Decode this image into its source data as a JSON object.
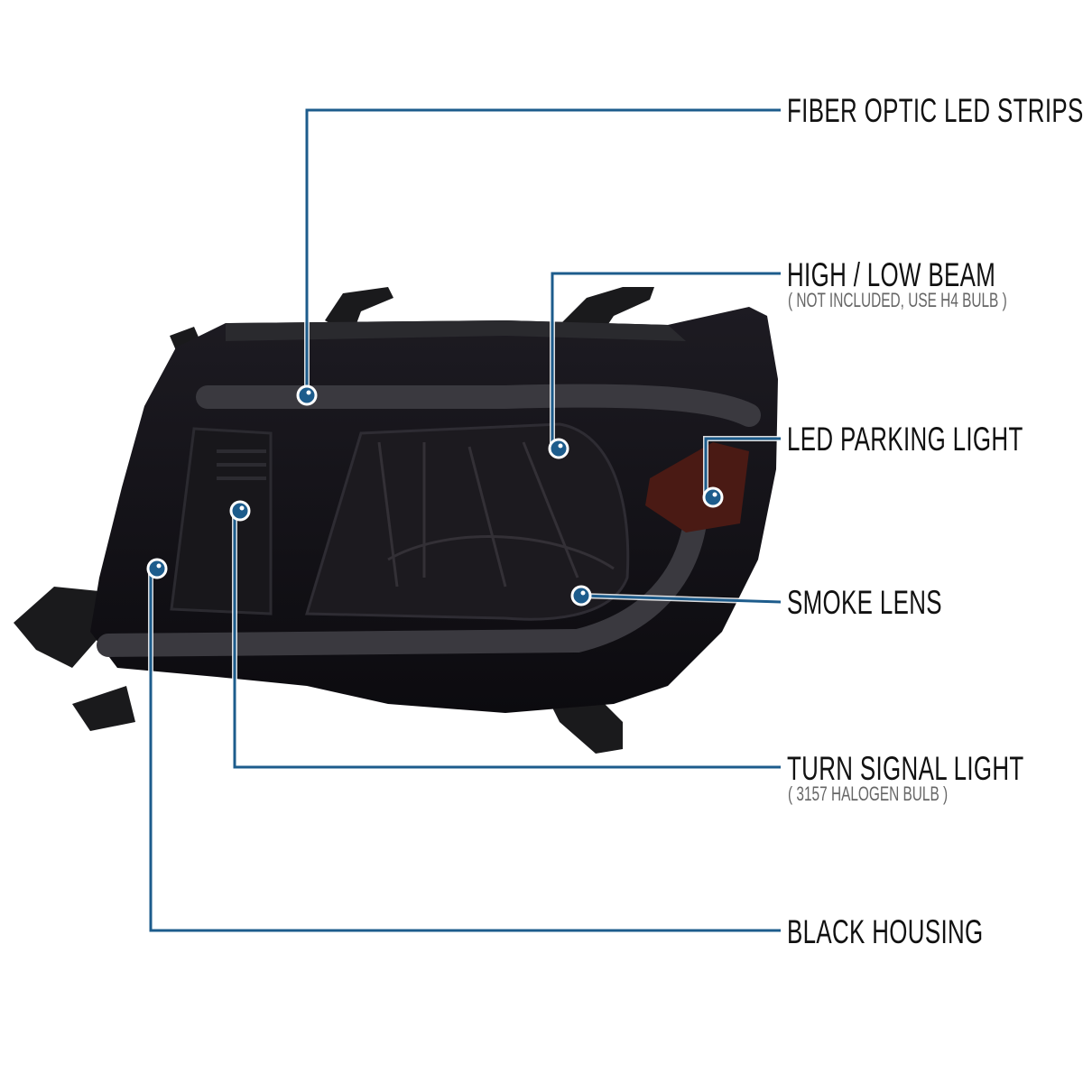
{
  "callouts": [
    {
      "title": "FIBER OPTIC LED STRIPS"
    },
    {
      "title": "HIGH / LOW BEAM",
      "subtitle": "( NOT INCLUDED, USE H4 BULB )"
    },
    {
      "title": "LED PARKING LIGHT"
    },
    {
      "title": "SMOKE LENS"
    },
    {
      "title": "TURN SIGNAL LIGHT",
      "subtitle": "( 3157 HALOGEN BULB )"
    },
    {
      "title": "BLACK HOUSING"
    }
  ],
  "colors": {
    "leader_line": "#1d5c8c",
    "marker": "#1d5c8c",
    "housing": "#141218",
    "parking_lens": "#4a1a14"
  }
}
